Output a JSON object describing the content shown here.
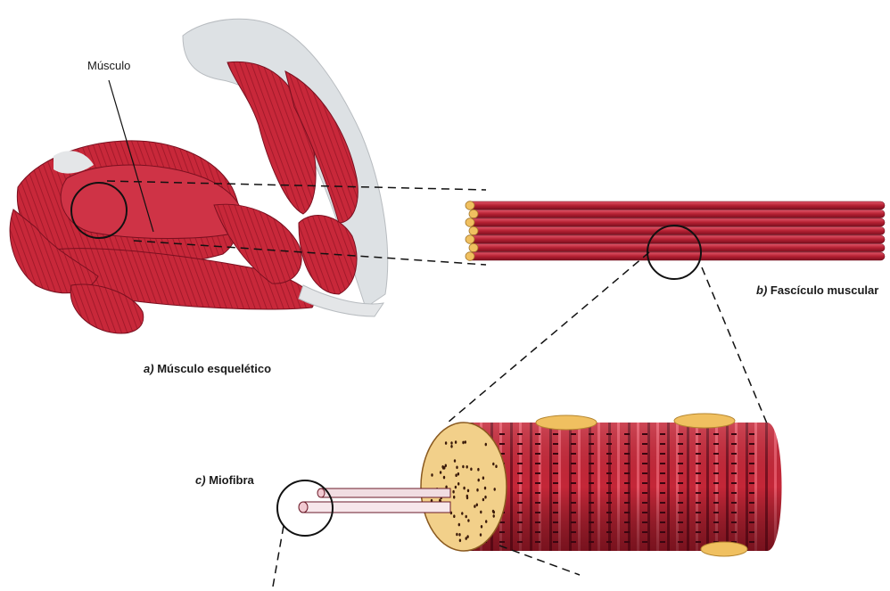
{
  "labels": {
    "muscle_pointer": "Músculo",
    "a_letter": "a)",
    "a_text": "Músculo esquelético",
    "b_letter": "b)",
    "b_text": "Fascículo muscular",
    "c_letter": "c)",
    "c_text": "Miofibra"
  },
  "colors": {
    "muscle_red": "#c8283a",
    "muscle_dark": "#8e1422",
    "tendon": "#e4e6e8",
    "fat_yellow": "#f0c060",
    "fiber_end": "#f2d08a"
  }
}
